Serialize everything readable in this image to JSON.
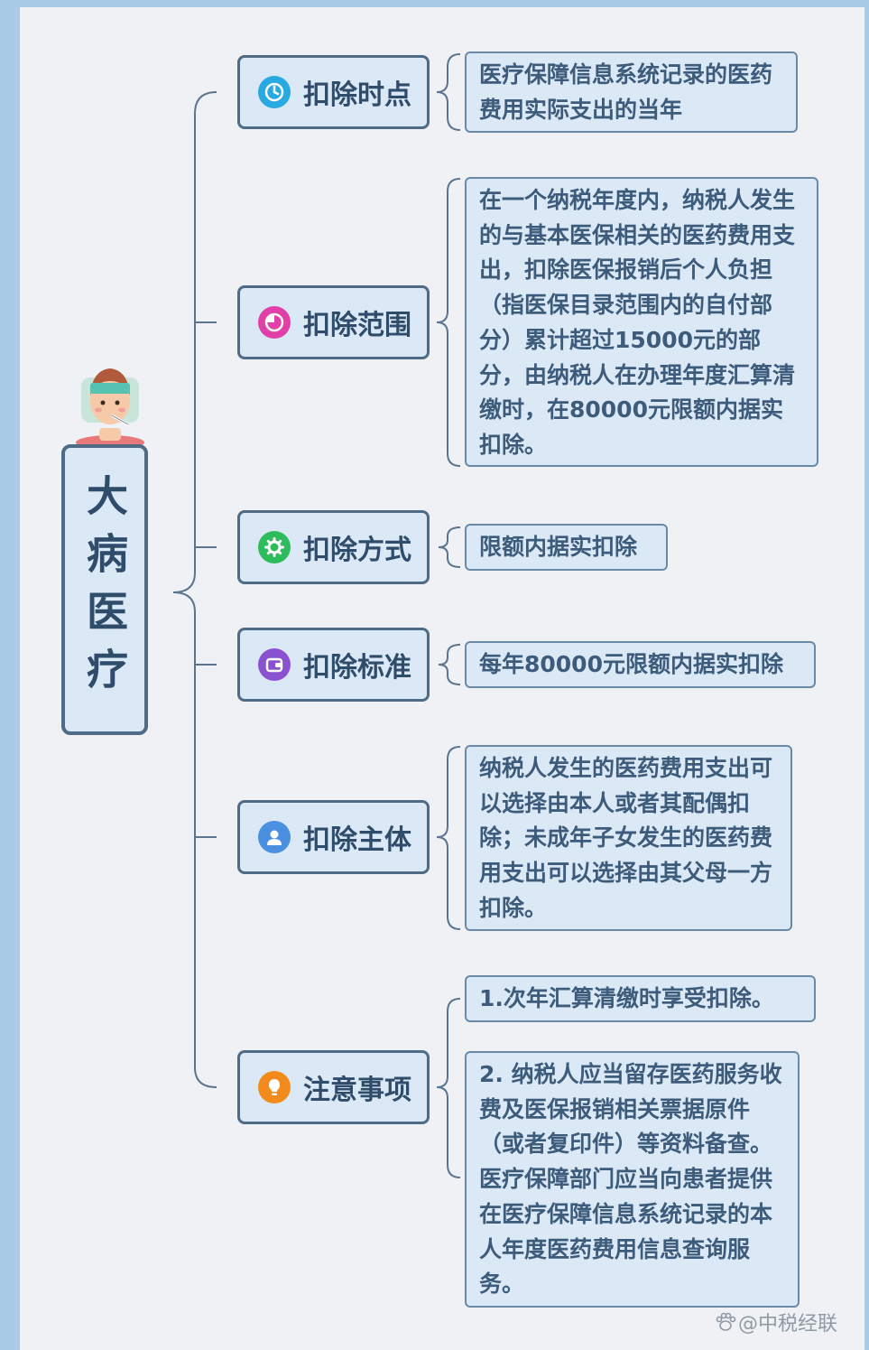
{
  "root": {
    "title": "大病医疗"
  },
  "branches": [
    {
      "label": "扣除时点",
      "icon": "clock-icon",
      "color": "#29a9e2",
      "details": [
        "医疗保障信息系统记录的医药费用实际支出的当年"
      ]
    },
    {
      "label": "扣除范围",
      "icon": "pie-chart-icon",
      "color": "#e040a8",
      "details": [
        "在一个纳税年度内，纳税人发生的与基本医保相关的医药费用支出，扣除医保报销后个人负担（指医保目录范围内的自付部分）累计超过15000元的部分，由纳税人在办理年度汇算清缴时，在80000元限额内据实扣除。"
      ]
    },
    {
      "label": "扣除方式",
      "icon": "gear-icon",
      "color": "#2dbb5c",
      "details": [
        "限额内据实扣除"
      ]
    },
    {
      "label": "扣除标准",
      "icon": "wallet-icon",
      "color": "#8a52d0",
      "details": [
        "每年80000元限额内据实扣除"
      ]
    },
    {
      "label": "扣除主体",
      "icon": "user-icon",
      "color": "#4a8fe0",
      "details": [
        "纳税人发生的医药费用支出可以选择由本人或者其配偶扣除；未成年子女发生的医药费用支出可以选择由其父母一方扣除。"
      ]
    },
    {
      "label": "注意事项",
      "icon": "lightbulb-icon",
      "color": "#f28a1c",
      "details": [
        "1.次年汇算清缴时享受扣除。",
        "2. 纳税人应当留存医药服务收费及医保报销相关票据原件（或者复印件）等资料备查。医疗保障部门应当向患者提供在医疗保障信息系统记录的本人年度医药费用信息查询服务。"
      ]
    }
  ],
  "watermark": "@中税经联"
}
